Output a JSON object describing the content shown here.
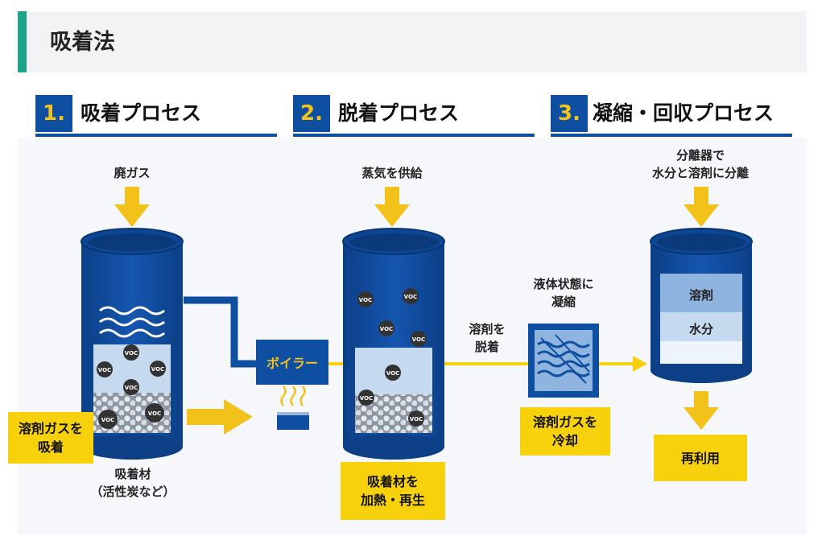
{
  "page_title": "吸着法",
  "steps": [
    {
      "num": "1.",
      "label": "吸着プロセス"
    },
    {
      "num": "2.",
      "label": "脱着プロセス"
    },
    {
      "num": "3.",
      "label": "凝縮・回収プロセス"
    }
  ],
  "adsorption": {
    "input_label": "廃ガス",
    "side_box": "溶剤ガスを\n吸着",
    "material_label": "吸着材\n（活性炭など）",
    "voc": "VOC"
  },
  "desorption": {
    "input_label": "蒸気を供給",
    "boiler": "ボイラー",
    "bottom_box": "吸着材を\n加熱・再生",
    "flow_label": "溶剤を\n脱着"
  },
  "condensation": {
    "top_label": "液体状態に\n凝縮",
    "cool_box": "溶剤ガスを\n冷却"
  },
  "recovery": {
    "input_label": "分離器で\n水分と溶剤に分離",
    "layer_solvent": "溶剤",
    "layer_water": "水分",
    "reuse_box": "再利用"
  },
  "colors": {
    "accent": "#1aa58a",
    "brand_blue": "#0e4fa1",
    "yellow": "#f7d10c"
  }
}
